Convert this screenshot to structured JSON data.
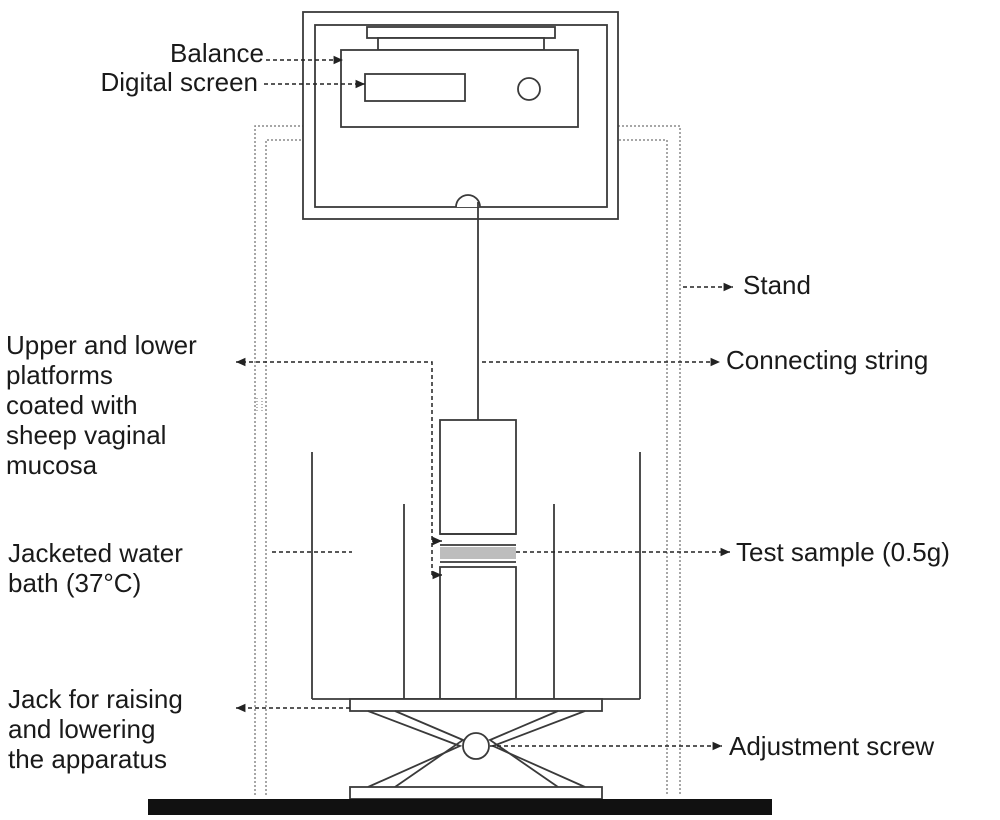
{
  "labels": {
    "balance": "Balance",
    "digital_screen": "Digital screen",
    "stand": "Stand",
    "connecting_string": "Connecting string",
    "platforms": "Upper and lower\nplatforms\ncoated with\nsheep vaginal\nmucosa",
    "water_bath": "Jacketed water\nbath (37°C)",
    "test_sample": "Test sample (0.5g)",
    "jack": "Jack for raising\nand lowering\nthe apparatus",
    "adjustment_screw": "Adjustment screw"
  },
  "colors": {
    "stroke": "#3a3a3a",
    "dotted": "#8a8a8a",
    "ground": "#111111",
    "sample": "#bdbdbd",
    "text": "#1a1a1a"
  }
}
